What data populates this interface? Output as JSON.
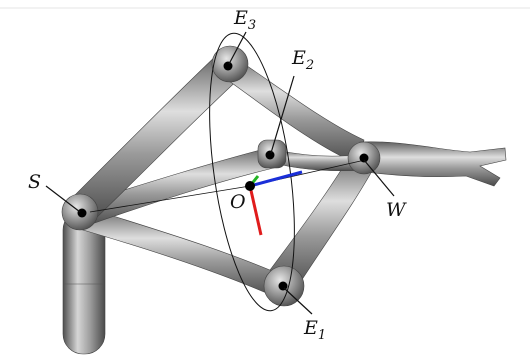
{
  "figure": {
    "points": {
      "S": {
        "letter": "S",
        "subscript": ""
      },
      "E3": {
        "letter": "E",
        "subscript": "3"
      },
      "E2": {
        "letter": "E",
        "subscript": "2"
      },
      "E1": {
        "letter": "E",
        "subscript": "1"
      },
      "O": {
        "letter": "O",
        "subscript": ""
      },
      "W": {
        "letter": "W",
        "subscript": ""
      }
    },
    "colors": {
      "arm_dark": "#5a5a5a",
      "arm_mid": "#8c8c8c",
      "arm_light": "#dcdcdc",
      "axis_x": "#1a2fd8",
      "axis_y": "#22b322",
      "axis_z": "#e01c1c",
      "joint": "#000000"
    }
  }
}
